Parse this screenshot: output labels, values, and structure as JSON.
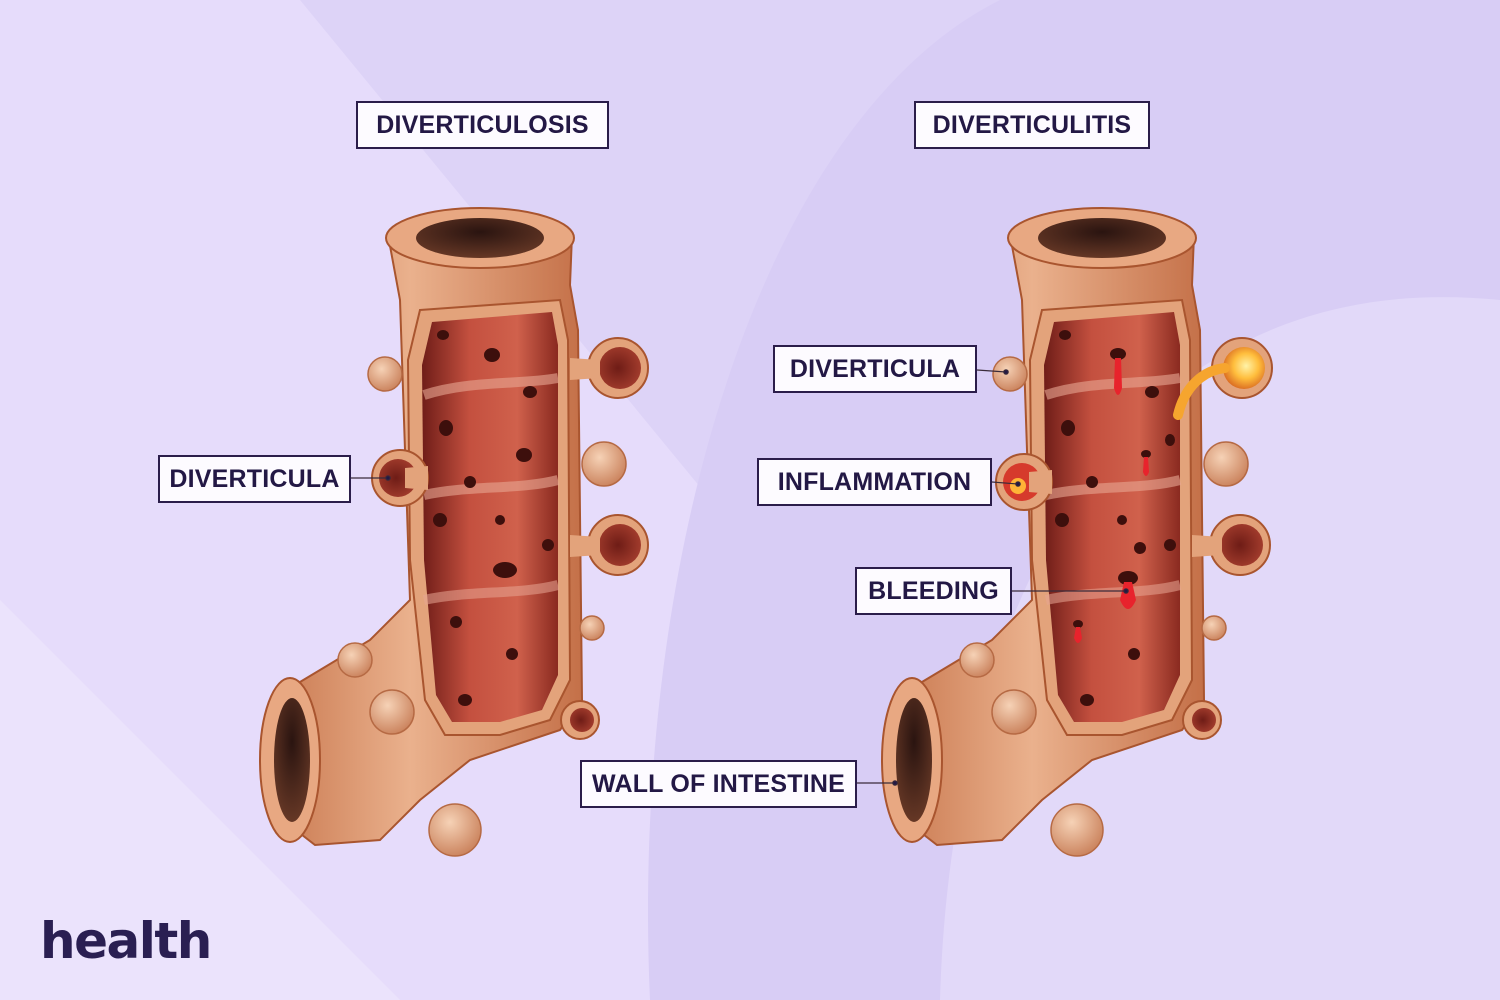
{
  "titles": {
    "left": "DIVERTICULOSIS",
    "right": "DIVERTICULITIS"
  },
  "labels": {
    "left_diverticula": "DIVERTICULA",
    "right_diverticula": "DIVERTICULA",
    "inflammation": "INFLAMMATION",
    "bleeding": "BLEEDING",
    "wall_of_intestine": "WALL OF INTESTINE"
  },
  "brand": "health",
  "colors": {
    "background": "#ddd3f7",
    "tissue_outer": "#e3a37b",
    "tissue_inner": "#b9483a",
    "inflammation": "#ffb437",
    "blood": "#e8232c",
    "label_border": "#2b1d4a"
  }
}
